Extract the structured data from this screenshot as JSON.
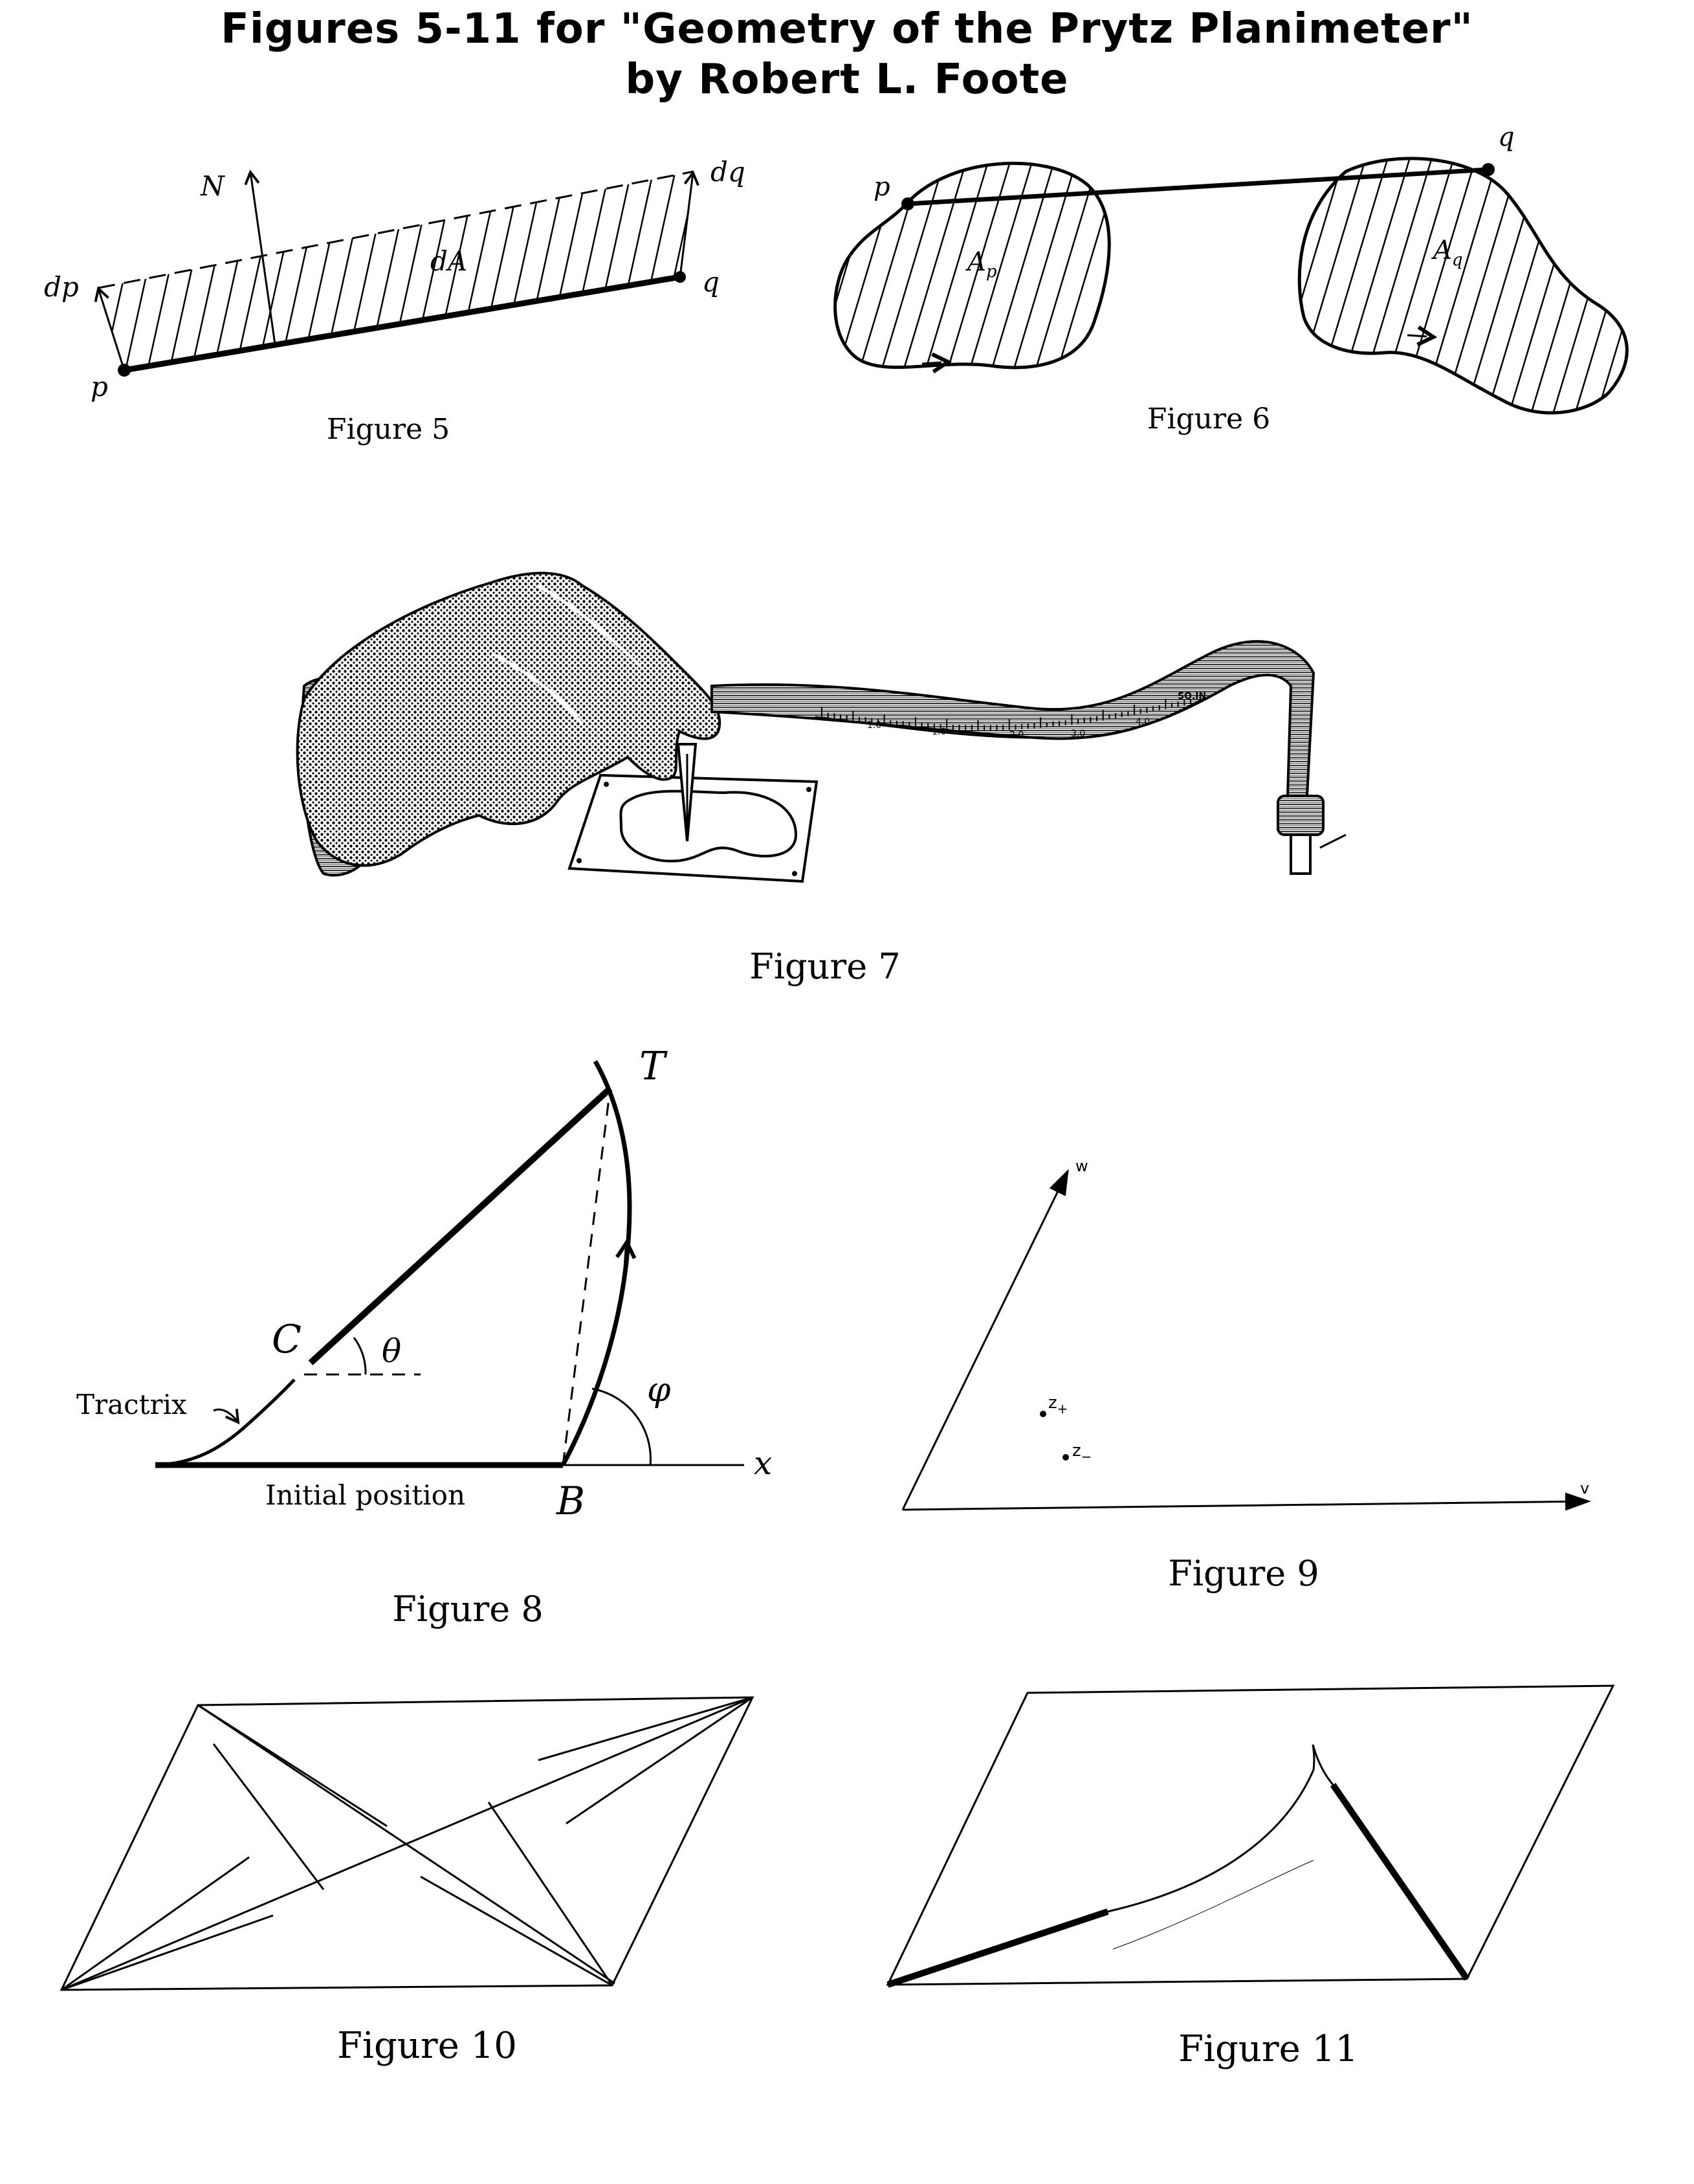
{
  "title": {
    "line1": "Figures 5-11 for \"Geometry of the Prytz Planimeter\"",
    "line2": "by Robert L. Foote"
  },
  "figure5": {
    "caption": "Figure 5",
    "labels": {
      "N": "N",
      "dq": "dq",
      "dA": "dA",
      "dp": "dp",
      "q": "q",
      "p": "p"
    }
  },
  "figure6": {
    "caption": "Figure 6",
    "labels": {
      "p": "p",
      "q": "q",
      "Ap_main": "A",
      "Ap_sub": "p",
      "Aq_main": "A",
      "Aq_sub": "q"
    }
  },
  "figure7": {
    "caption": "Figure 7",
    "scale_marks": [
      "1.0",
      "1.0",
      "2.0",
      "3.0",
      "4.0",
      "SQ.IN."
    ]
  },
  "figure8": {
    "caption": "Figure 8",
    "labels": {
      "T": "T",
      "C": "C",
      "theta": "θ",
      "phi": "φ",
      "x": "x",
      "B": "B",
      "tractrix": "Tractrix",
      "initial": "Initial position"
    }
  },
  "figure9": {
    "caption": "Figure 9",
    "labels": {
      "w": "w",
      "v": "v",
      "zplus_main": "z",
      "zplus_sub": "+",
      "zminus_main": "z",
      "zminus_sub": "−"
    }
  },
  "figure10": {
    "caption": "Figure 10"
  },
  "figure11": {
    "caption": "Figure 11"
  }
}
